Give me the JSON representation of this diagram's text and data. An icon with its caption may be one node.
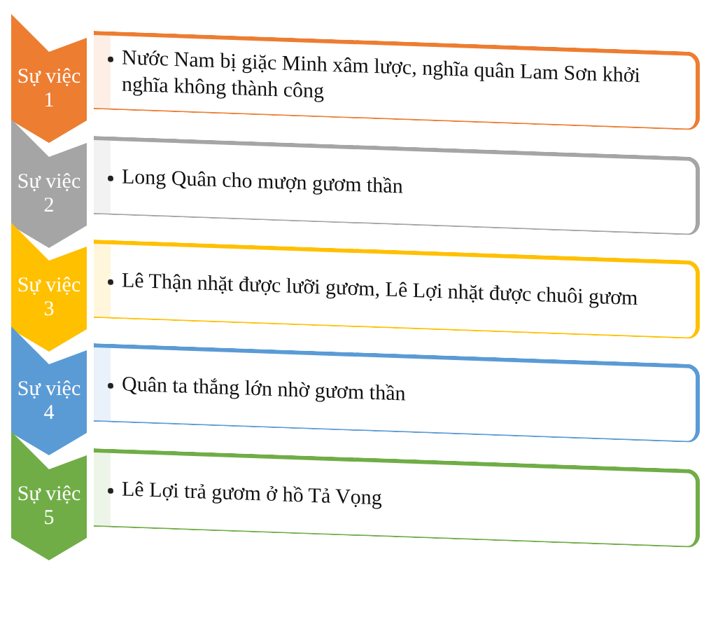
{
  "diagram": {
    "nodes": [
      {
        "text": [
          "Sự việc 1"
        ]
      },
      {
        "text": [
          "Nước Nam bị giặc Minh xâm lược, nghĩa quân Lam Sơn khởi nghĩa không thành công"
        ]
      },
      {
        "text": [
          "Sự việc 2"
        ]
      },
      {
        "text": [
          "Long Quân cho mượn gươm thần"
        ]
      },
      {
        "text": [
          "Sự việc 3"
        ]
      },
      {
        "text": [
          "Lê Thận nhặt được lưỡi gươm, Lê Lợi nhặt được chuôi gươm"
        ]
      },
      {
        "text": [
          "Sự việc 4"
        ]
      },
      {
        "text": [
          "Quân ta thắng lớn nhờ gươm thần"
        ]
      },
      {
        "text": [
          "Sự việc 5"
        ]
      },
      {
        "text": [
          "Lê Lợi trả gươm ở hồ Tả Vọng"
        ]
      }
    ]
  }
}
